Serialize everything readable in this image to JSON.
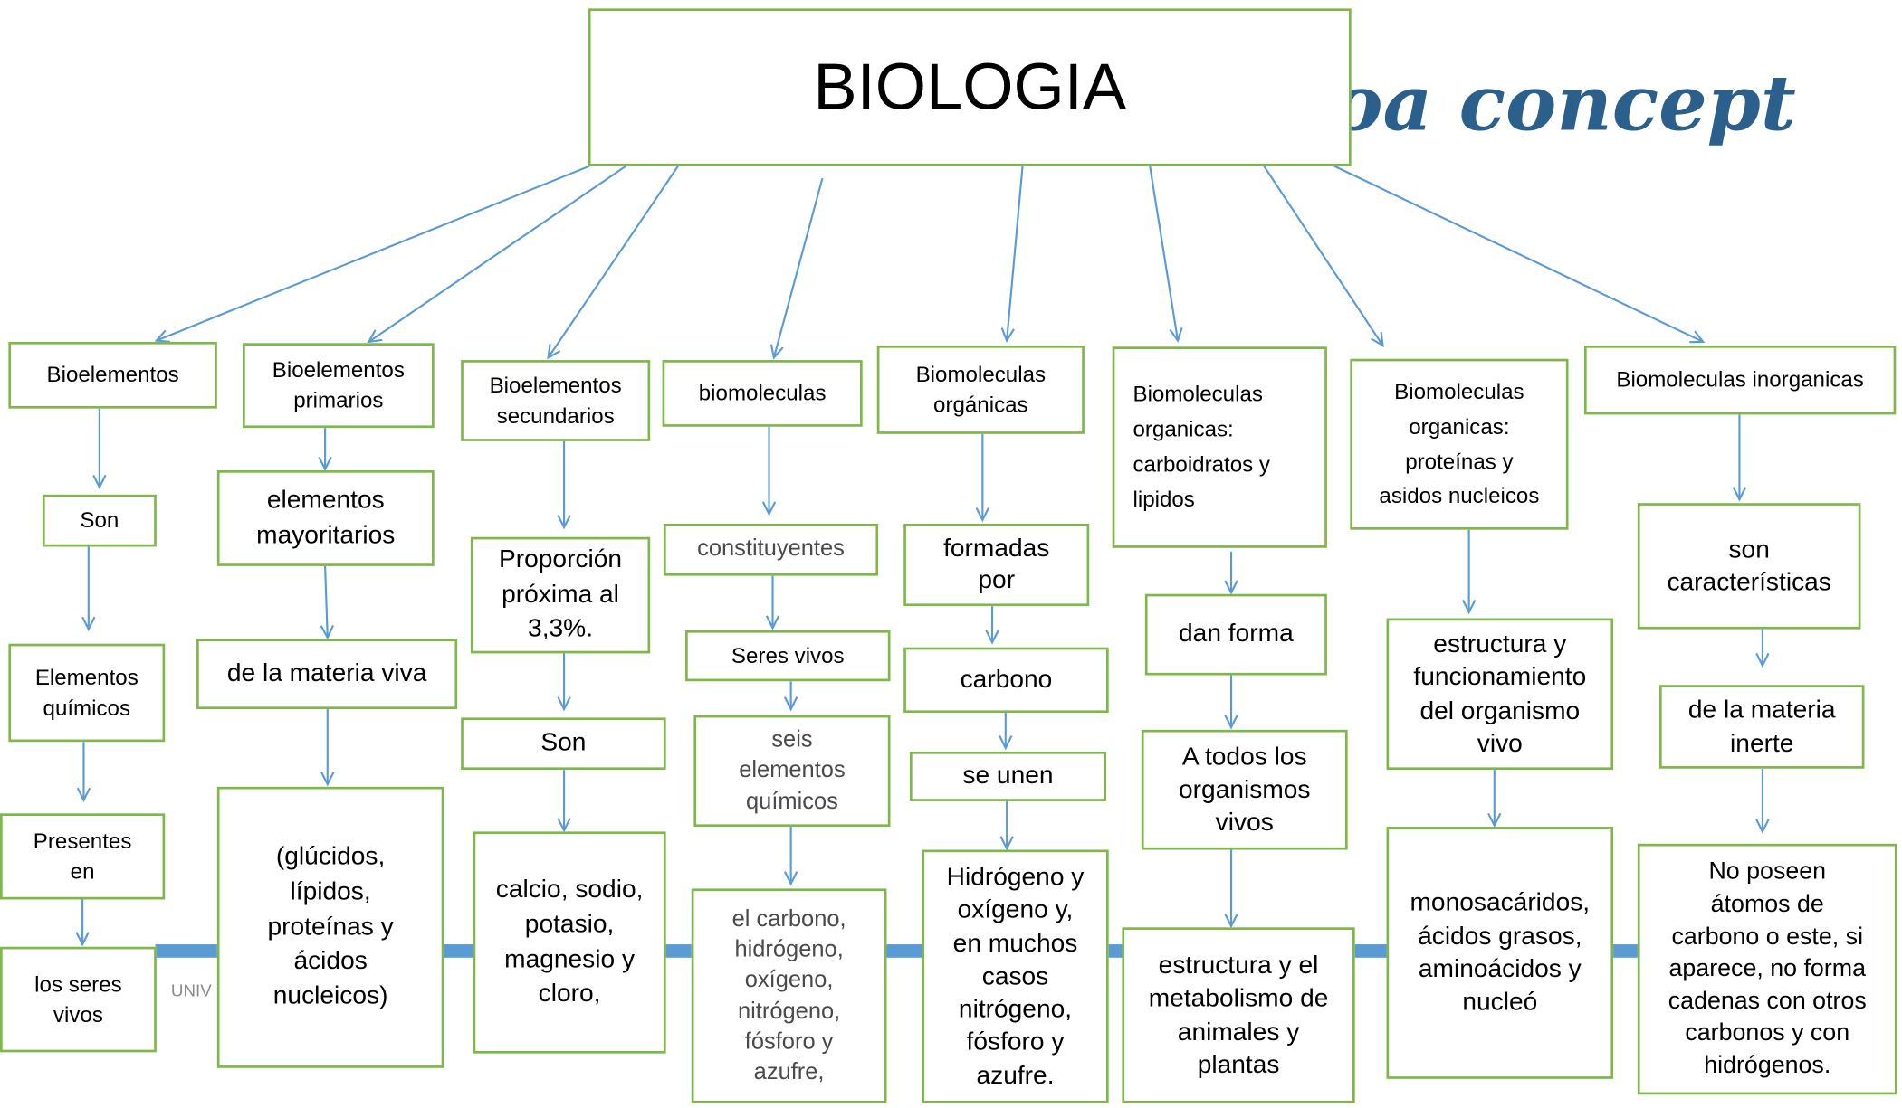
{
  "background": {
    "title_fragment": "oa concept",
    "footer_fragment": "UNIV"
  },
  "title": "BIOLOGIA",
  "columns": [
    {
      "header": "Bioelementos",
      "steps": [
        "Son",
        "Elementos\nquímicos",
        "Presentes\nen",
        "los seres\nvivos"
      ]
    },
    {
      "header": "Bioelementos\nprimarios",
      "steps": [
        "elementos\nmayoritarios",
        "de la materia viva",
        "(glúcidos,\nlípidos,\nproteínas y\nácidos\nnucleicos)"
      ]
    },
    {
      "header": "Bioelementos\nsecundarios",
      "steps": [
        "Proporción\npróxima al\n3,3%.",
        "Son",
        "calcio, sodio,\npotasio,\nmagnesio y\ncloro,"
      ]
    },
    {
      "header": "biomoleculas",
      "steps": [
        "constituyentes",
        "Seres vivos",
        "seis\nelementos\nquímicos",
        "el carbono,\nhidrógeno,\noxígeno,\nnitrógeno,\nfósforo y\nazufre,"
      ]
    },
    {
      "header": "Biomoleculas\norgánicas",
      "steps": [
        "formadas\npor",
        "carbono",
        "se unen",
        "Hidrógeno y\noxígeno y,\nen muchos\ncasos\nnitrógeno,\nfósforo y\nazufre."
      ]
    },
    {
      "header": "Biomoleculas\norganicas:\ncarboidratos     y\nlipidos",
      "steps": [
        "dan forma",
        "A todos los\norganismos\nvivos",
        "estructura y el\nmetabolismo de\nanimales y\nplantas"
      ]
    },
    {
      "header": "Biomoleculas\norganicas:\nproteínas y\nasidos nucleicos",
      "steps": [
        "estructura y\nfuncionamiento\ndel organismo\nvivo",
        "monosacáridos,\nácidos grasos,\naminoácidos y\nnucleó"
      ]
    },
    {
      "header": "Biomoleculas inorganicas",
      "steps": [
        "son\ncaracterísticas",
        "de la materia\ninerte",
        "No poseen\nátomos de\ncarbono o este, si\naparece, no forma\ncadenas con otros\ncarbonos y con\nhidrógenos."
      ]
    }
  ],
  "colors": {
    "box_border": "#7fb749",
    "arrow": "#5b9bd5",
    "background_title": "#2b5f8c"
  }
}
